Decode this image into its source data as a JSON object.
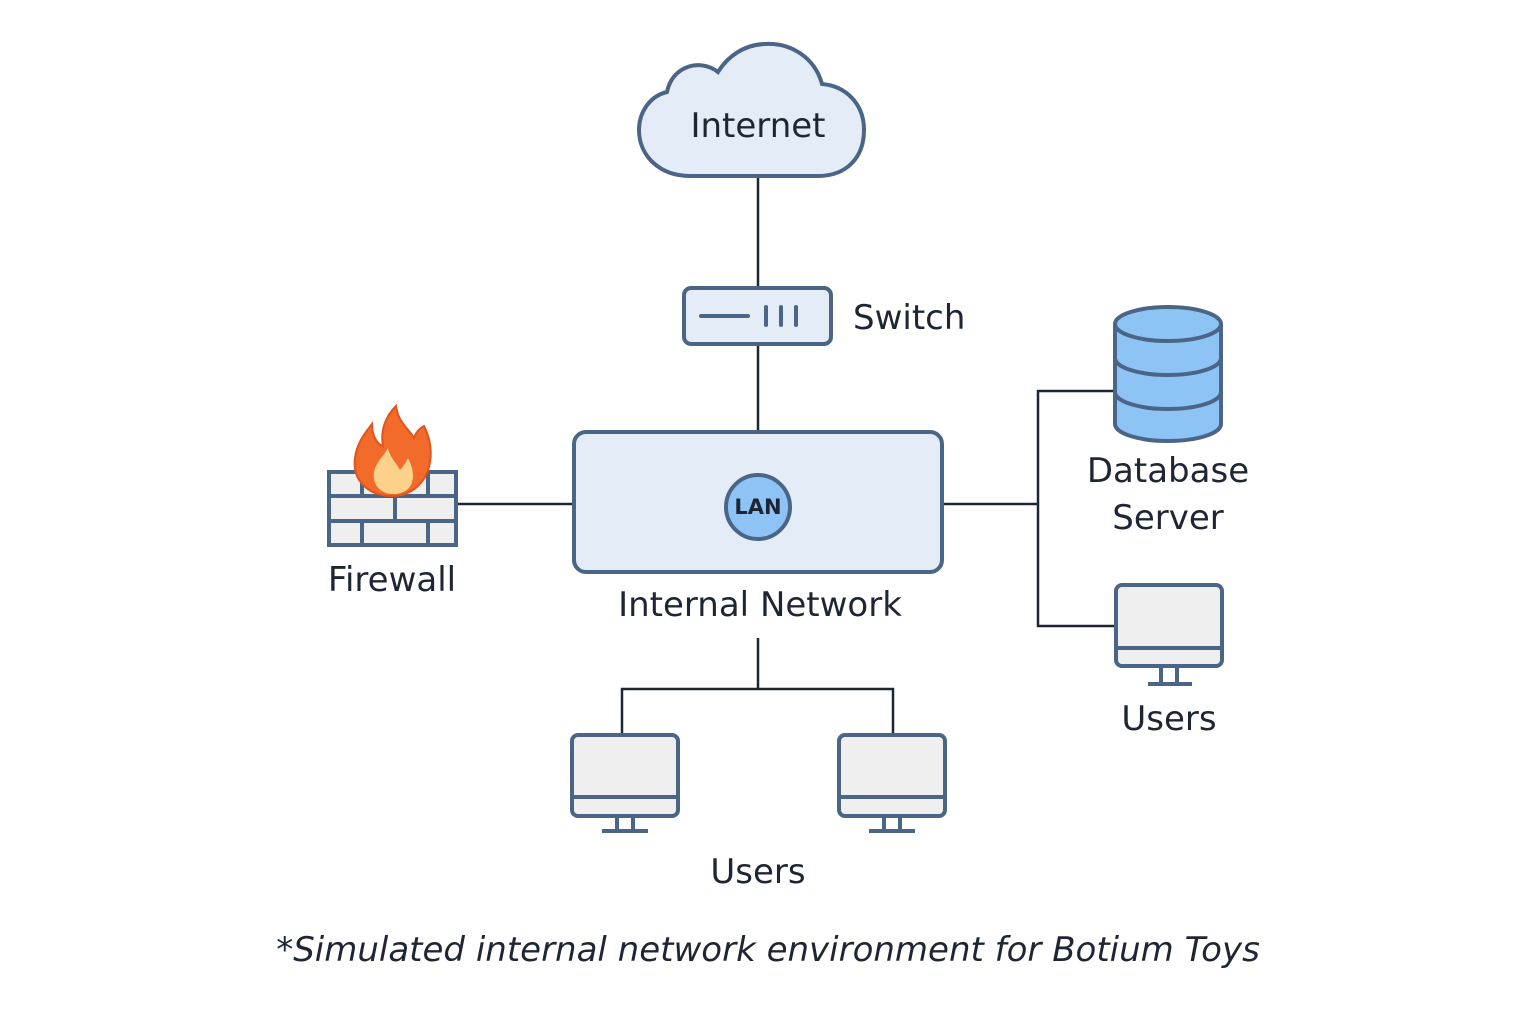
{
  "nodes": {
    "internet": {
      "label": "Internet",
      "icon": "cloud-icon"
    },
    "switch": {
      "label": "Switch",
      "icon": "switch-icon"
    },
    "firewall": {
      "label": "Firewall",
      "icon": "firewall-icon"
    },
    "lan": {
      "label": "Internal Network",
      "badge": "LAN",
      "icon": "lan-box-icon"
    },
    "database": {
      "label_line1": "Database",
      "label_line2": "Server",
      "icon": "database-icon"
    },
    "users_right": {
      "label": "Users",
      "icon": "monitor-icon"
    },
    "users_bottom": {
      "label": "Users",
      "icon": "monitor-icon"
    }
  },
  "caption": "*Simulated internal network environment for Botium Toys",
  "colors": {
    "stroke": "#4a6585",
    "fill_light": "#e4edf7",
    "monitor_screen": "#efefef",
    "database_fill": "#8ec3f5",
    "lan_badge_fill": "#8ec3f5",
    "flame_outer": "#f26b2a",
    "flame_inner": "#fcd28a",
    "line": "#1f2633"
  }
}
